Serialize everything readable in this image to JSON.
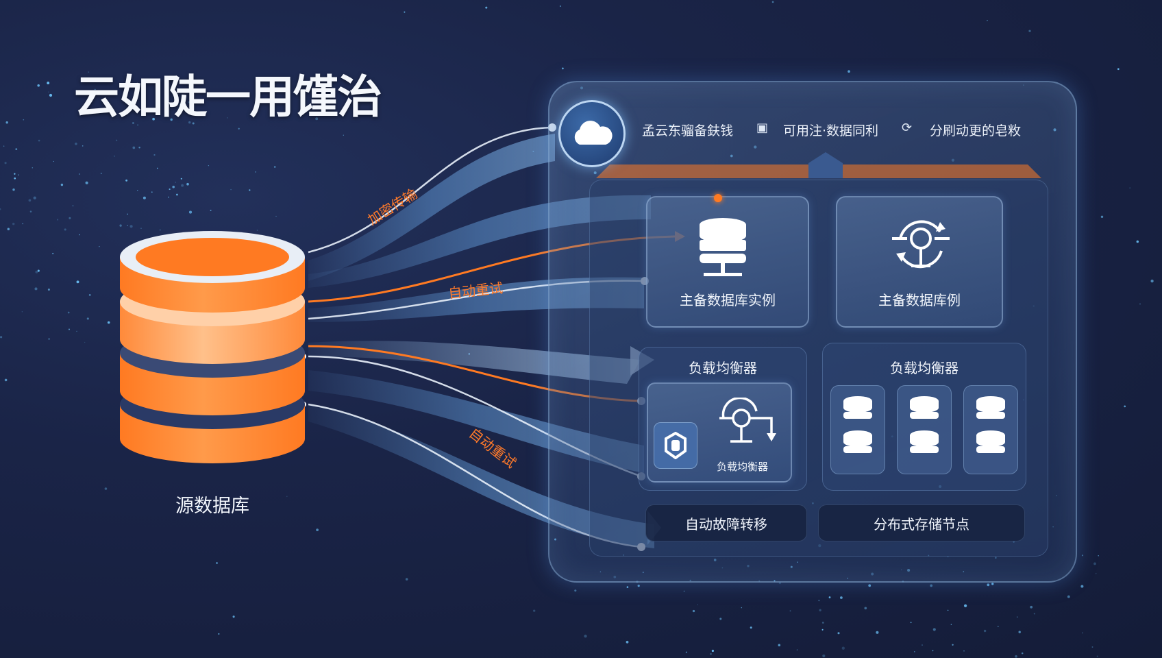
{
  "title": "云如陡一用馑治",
  "colors": {
    "background": "#18213f",
    "accent_orange": "#ff7a22",
    "panel_border": "#9fc2e6",
    "flow_blue": "#5aa0e0"
  },
  "source": {
    "label": "源数据库",
    "icon": "database-cylinder-icon"
  },
  "flows": {
    "labels": [
      "加密传输",
      "自动重试",
      "自动重试"
    ]
  },
  "top_bar": {
    "cloud_icon": "cloud-icon",
    "items": [
      {
        "icon": "",
        "label": "孟云东骝备鈇钱"
      },
      {
        "icon": "storage-icon",
        "label": "可用注·数据同利"
      },
      {
        "icon": "sync-icon",
        "label": "分刷动更的皂敉"
      }
    ]
  },
  "primary_cards": [
    {
      "label": "主备数据库实例",
      "icon": "database-server-icon"
    },
    {
      "label": "主备数据库例",
      "icon": "replication-cycle-icon"
    }
  ],
  "load_balancers": {
    "left": {
      "title": "负载均衡器",
      "sub_label": "负载均衡器",
      "icons": [
        "shield-icon",
        "balancer-icon"
      ]
    },
    "right": {
      "title": "负载均衡器",
      "nodes": 3
    }
  },
  "bottom_bars": [
    "自动故障转移",
    "分布式存储节点"
  ]
}
